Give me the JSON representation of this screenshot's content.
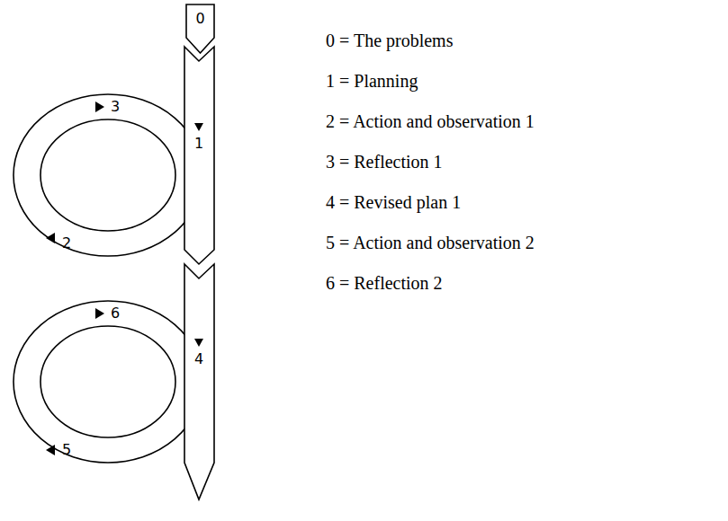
{
  "diagram": {
    "nodes": [
      {
        "text": [
          "0"
        ]
      }
    ],
    "labels": [
      "1",
      "2",
      "3",
      "4",
      "5",
      "6",
      "0 = The problems",
      "1 = Planning",
      "2 = Action and observation 1",
      "3 = Reflection 1",
      "4 = Revised plan 1",
      "5 = Action and observation 2",
      "6 = Reflection 2"
    ]
  }
}
